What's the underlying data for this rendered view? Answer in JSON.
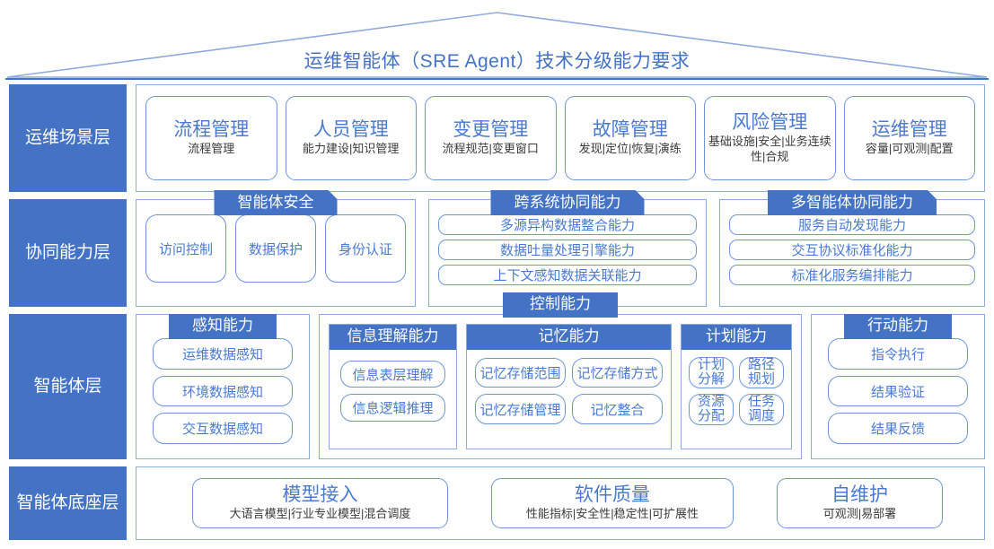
{
  "diagram": {
    "title": "运维智能体（SRE Agent）技术分级能力要求",
    "accent": "#4472c4",
    "border": "#8faadc",
    "text_blue": "#4a7ad0"
  },
  "layers": [
    {
      "label": "运维场景层",
      "cards": [
        {
          "main": "流程管理",
          "sub": "流程管理"
        },
        {
          "main": "人员管理",
          "sub": "能力建设|知识管理"
        },
        {
          "main": "变更管理",
          "sub": "流程规范|变更窗口"
        },
        {
          "main": "故障管理",
          "sub": "发现|定位|恢复|演练"
        },
        {
          "main": "风险管理",
          "sub": "基础设施|安全|业务连续性|合规"
        },
        {
          "main": "运维管理",
          "sub": "容量|可观测|配置"
        }
      ]
    },
    {
      "label": "协同能力层",
      "groups": [
        {
          "tab": "智能体安全",
          "orientation": "row",
          "items": [
            "访问控制",
            "数据保护",
            "身份认证"
          ]
        },
        {
          "tab": "跨系统协同能力",
          "orientation": "col",
          "items": [
            "多源异构数据整合能力",
            "数据吐量处理引擎能力",
            "上下文感知数据关联能力"
          ]
        },
        {
          "tab": "多智能体协同能力",
          "orientation": "col",
          "items": [
            "服务自动发现能力",
            "交互协议标准化能力",
            "标准化服务编排能力"
          ]
        }
      ]
    },
    {
      "label": "智能体层",
      "perception": {
        "head": "感知能力",
        "items": [
          "运维数据感知",
          "环境数据感知",
          "交互数据感知"
        ]
      },
      "control": {
        "head": "控制能力",
        "understanding": {
          "head": "信息理解能力",
          "items": [
            "信息表层理解",
            "信息逻辑推理"
          ]
        },
        "memory": {
          "head": "记忆能力",
          "items": [
            "记忆存储范围",
            "记忆存储方式",
            "记忆存储管理",
            "记忆整合"
          ]
        },
        "planning": {
          "head": "计划能力",
          "items": [
            "计划\n分解",
            "路径\n规划",
            "资源\n分配",
            "任务\n调度"
          ]
        }
      },
      "action": {
        "head": "行动能力",
        "items": [
          "指令执行",
          "结果验证",
          "结果反馈"
        ]
      }
    },
    {
      "label": "智能体底座层",
      "cards": [
        {
          "main": "模型接入",
          "sub": "大语言模型|行业专业模型|混合调度"
        },
        {
          "main": "软件质量",
          "sub": "性能指标|安全性|稳定性|可扩展性"
        },
        {
          "main": "自维护",
          "sub": "可观测|易部署"
        }
      ]
    }
  ]
}
